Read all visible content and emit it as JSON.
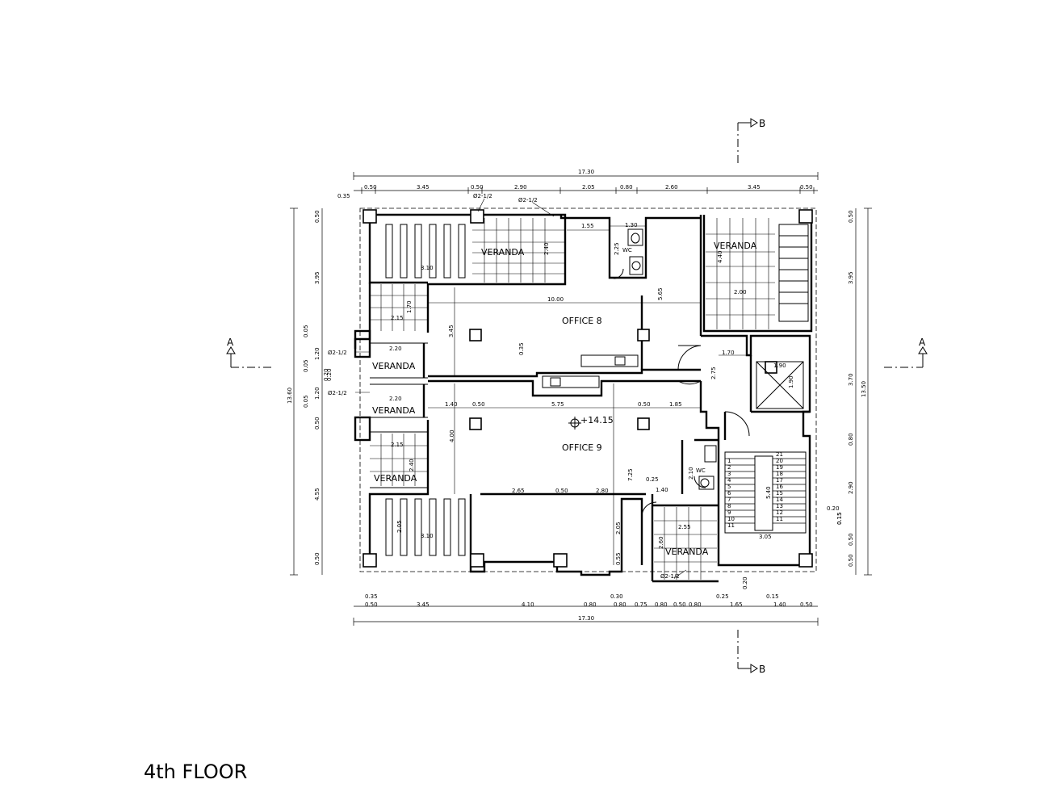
{
  "floor_title": "4th FLOOR",
  "rooms": {
    "office_8": "OFFICE 8",
    "office_9": "OFFICE 9",
    "veranda": "VERANDA",
    "wc": "WC"
  },
  "level_mark": "+14.15",
  "section_marks": {
    "a": "A",
    "b": "B"
  },
  "pipe_label": "Ø2-1/2",
  "dims_top_total": "17.30",
  "dims_top": [
    "0.50",
    "3.45",
    "0.50",
    "2.90",
    "2.05",
    "0.80",
    "2.60",
    "3.45",
    "0.50"
  ],
  "dims_top_extra": "0.35",
  "dims_bottom_total": "17.30",
  "dims_bottom": [
    "0.50",
    "3.45",
    "4.10",
    "0.80",
    "0.80",
    "0.75",
    "0.80",
    "0.50",
    "0.80",
    "1.65",
    "1.40",
    "0.50"
  ],
  "dims_bottom_upper": [
    "0.35",
    "0.30",
    "0.25",
    "0.15"
  ],
  "dims_left_total": "13.60",
  "dims_left": [
    "0.50",
    "3.95",
    "0.05",
    "1.20",
    "0.05",
    "1.20",
    "0.05",
    "0.50",
    "4.55",
    "0.50"
  ],
  "dims_left_extra": "0.20",
  "dims_right_total": "13.50",
  "dims_right": [
    "0.50",
    "3.95",
    "3.70",
    "0.80",
    "2.90",
    "0.15",
    "0.50",
    "0.50"
  ],
  "dims_right_extra": "0.20",
  "dims_inner": [
    "1.55",
    "1.30",
    "2.25",
    "3.10",
    "2.40",
    "2.00",
    "4.40",
    "10.00",
    "5.65",
    "3.45",
    "0.35",
    "2.15",
    "1.70",
    "2.20",
    "2.20",
    "1.40",
    "0.50",
    "5.75",
    "0.50",
    "1.85",
    "4.00",
    "2.15",
    "2.40",
    "3.10",
    "2.05",
    "2.65",
    "0.50",
    "2.80",
    "0.25",
    "1.40",
    "7.25",
    "2.10",
    "2.05",
    "0.55",
    "2.60",
    "2.55",
    "1.70",
    "2.75",
    "1.90",
    "1.90",
    "5.40",
    "3.05",
    "0.20",
    "0.20",
    "0.15"
  ],
  "stair_steps": [
    "1",
    "2",
    "3",
    "4",
    "5",
    "6",
    "7",
    "8",
    "9",
    "10",
    "11",
    "21",
    "20",
    "19",
    "18",
    "17",
    "16",
    "15",
    "14",
    "13",
    "12",
    "11"
  ]
}
